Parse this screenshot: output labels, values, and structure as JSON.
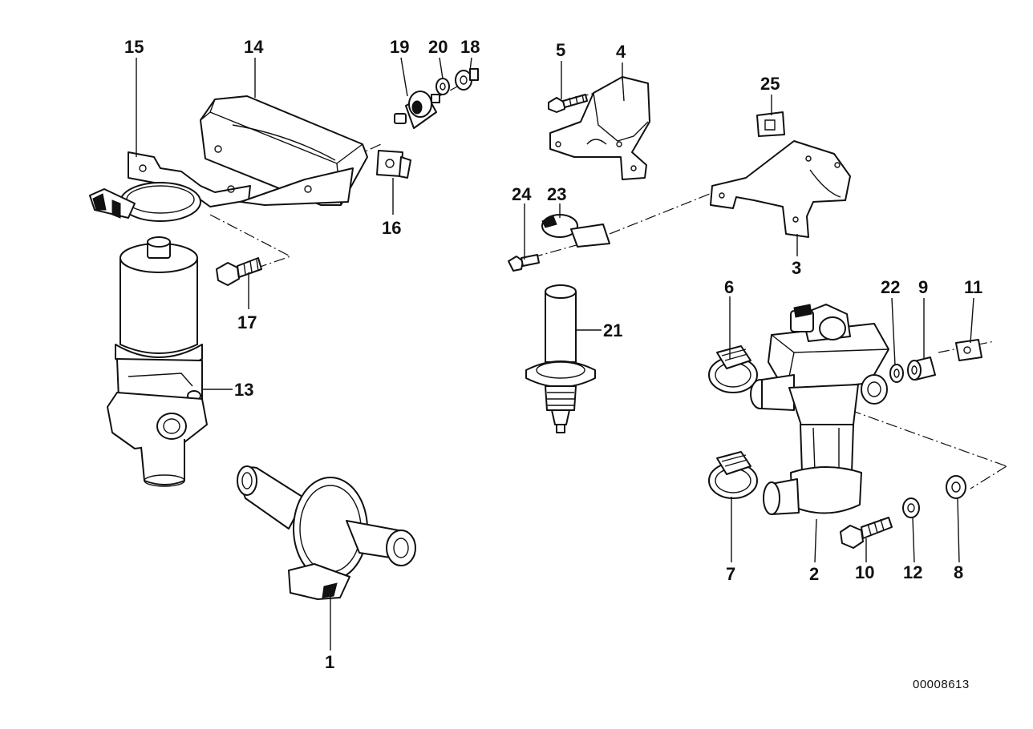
{
  "drawing_number": "00008613",
  "callouts": {
    "c1": "1",
    "c2": "2",
    "c3": "3",
    "c4": "4",
    "c5": "5",
    "c6": "6",
    "c7": "7",
    "c8": "8",
    "c9": "9",
    "c10": "10",
    "c11": "11",
    "c12": "12",
    "c13": "13",
    "c14": "14",
    "c15": "15",
    "c16": "16",
    "c17": "17",
    "c18": "18",
    "c19": "19",
    "c20": "20",
    "c21": "21",
    "c22": "22",
    "c23": "23",
    "c24": "24",
    "c25": "25"
  }
}
